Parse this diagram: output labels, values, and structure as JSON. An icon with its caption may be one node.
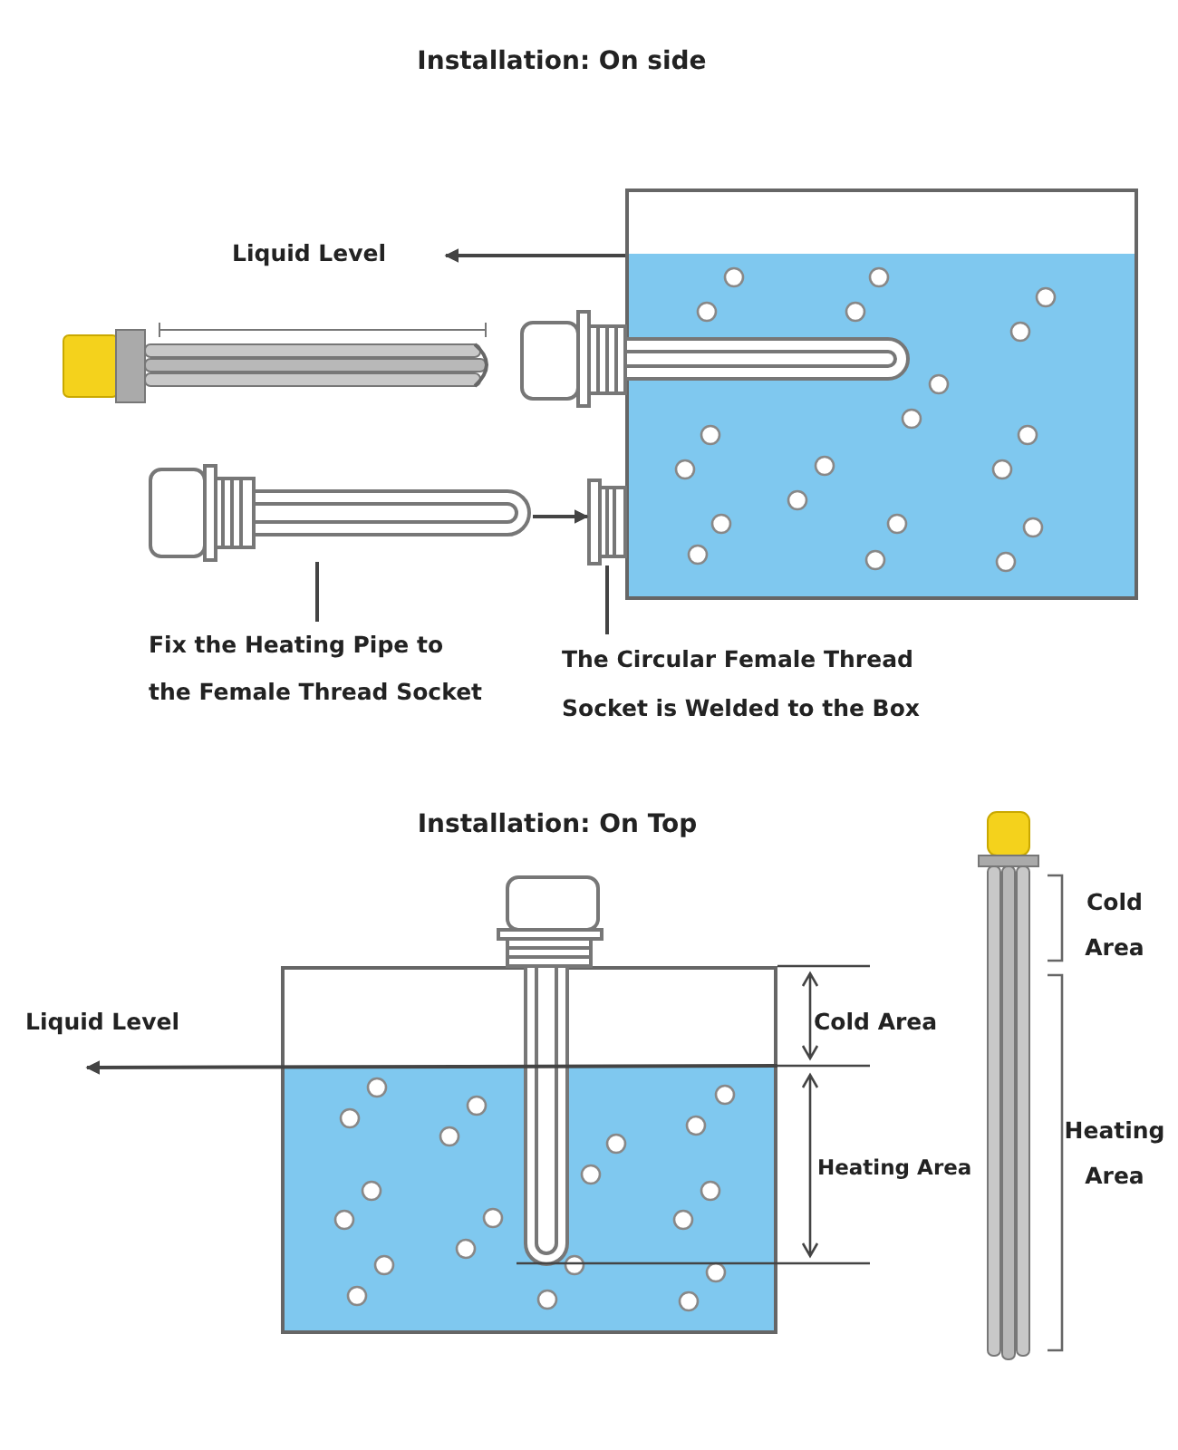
{
  "diagram": {
    "nodes": [
      {
        "text": [
          "Liquid Level"
        ]
      },
      {
        "text": [],
        "shape": "box"
      },
      {
        "text": [],
        "shape": "picture"
      },
      {
        "text": [],
        "shape": "picture"
      },
      {
        "text": [
          "Fix the Heating Pipe to the Female Thread Socket"
        ]
      },
      {
        "text": [
          "The Circular Female Thread Socket is Welded to the Box"
        ]
      },
      {
        "text": [
          "Liquid Level"
        ]
      },
      {
        "text": [],
        "shape": "box"
      }
    ],
    "edges": [
      {
        "from": 1,
        "to": 0,
        "arrow": "to"
      },
      {
        "from": 2,
        "to": 3,
        "arrow": "to"
      },
      {
        "from": 4,
        "to": 2,
        "arrow": "none"
      },
      {
        "from": 5,
        "to": 3,
        "arrow": "none"
      },
      {
        "from": 7,
        "to": 6,
        "arrow": "to"
      }
    ],
    "labels": [
      "Installation: On side",
      "Installation: On Top",
      "Cold Area",
      "Heating Area",
      "Cold Area",
      "Heating Area"
    ]
  }
}
